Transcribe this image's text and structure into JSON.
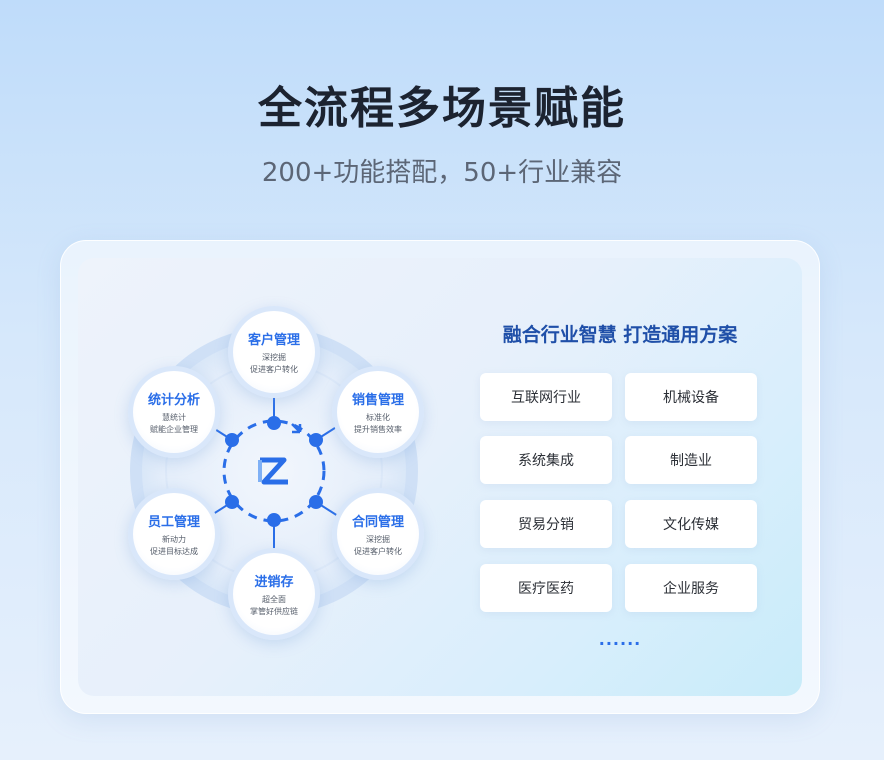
{
  "header": {
    "title": "全流程多场景赋能",
    "subtitle": "200+功能搭配，50+行业兼容"
  },
  "diagram": {
    "nodes": [
      {
        "title": "客户管理",
        "lines": [
          "深挖掘",
          "促进客户转化"
        ]
      },
      {
        "title": "销售管理",
        "lines": [
          "标准化",
          "提升销售效率"
        ]
      },
      {
        "title": "合同管理",
        "lines": [
          "深挖掘",
          "促进客户转化"
        ]
      },
      {
        "title": "进销存",
        "lines": [
          "超全面",
          "掌管好供应链"
        ]
      },
      {
        "title": "员工管理",
        "lines": [
          "新动力",
          "促进目标达成"
        ]
      },
      {
        "title": "统计分析",
        "lines": [
          "慧统计",
          "赋能企业管理"
        ]
      }
    ],
    "colors": {
      "accent": "#2a6ee8",
      "ring": "#c9ddf6"
    }
  },
  "industries": {
    "title": "融合行业智慧 打造通用方案",
    "items": [
      "互联网行业",
      "机械设备",
      "系统集成",
      "制造业",
      "贸易分销",
      "文化传媒",
      "医疗医药",
      "企业服务"
    ],
    "more": "......"
  }
}
